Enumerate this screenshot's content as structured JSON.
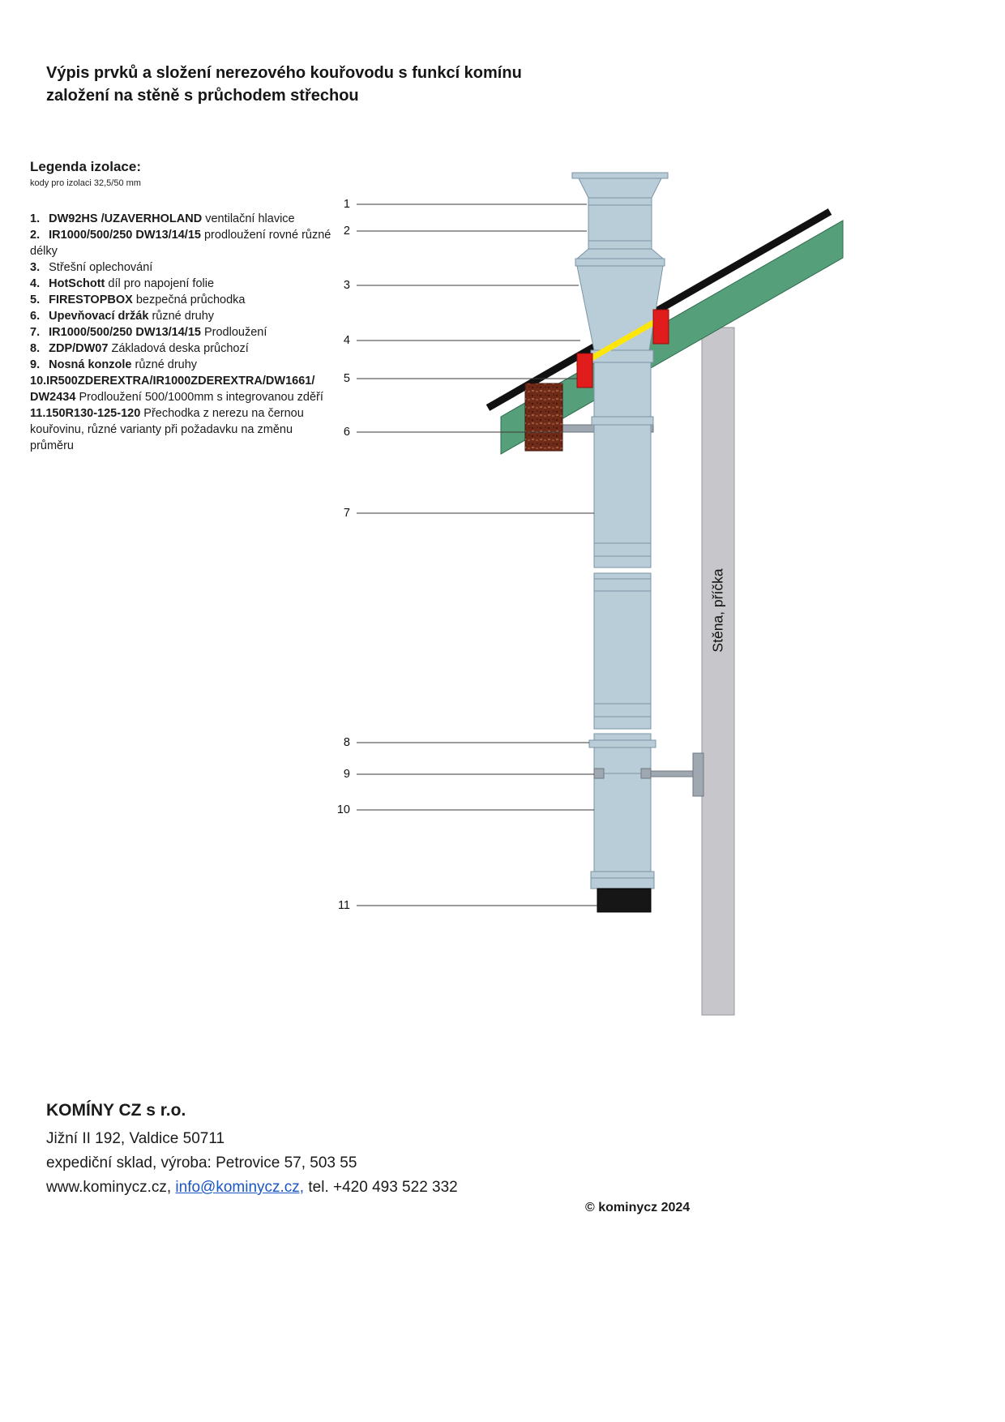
{
  "header": {
    "title_line1": "Výpis prvků a složení nerezového kouřovodu s funkcí komínu",
    "title_line2": "založení na stěně s průchodem střechou"
  },
  "legend": {
    "heading": "Legenda izolace:",
    "subheading": "kody pro izolaci 32,5/50 mm",
    "items": [
      {
        "num": "1.",
        "code": "DW92HS /UZAVERHOLAND",
        "desc": "ventilační hlavice"
      },
      {
        "num": "2.",
        "code": "IR1000/500/250  DW13/14/15",
        "desc": "prodloužení rovné různé délky"
      },
      {
        "num": "3.",
        "code": "",
        "desc": "Střešní oplechování"
      },
      {
        "num": "4.",
        "code": "HotSchott",
        "desc": "díl pro napojení folie"
      },
      {
        "num": "5.",
        "code": "FIRESTOPBOX",
        "desc": "bezpečná průchodka"
      },
      {
        "num": "6.",
        "code": "Upevňovací držák",
        "desc": "různé druhy"
      },
      {
        "num": "7.",
        "code": "IR1000/500/250  DW13/14/15",
        "desc": "Prodloužení"
      },
      {
        "num": "8.",
        "code": "ZDP/DW07",
        "desc": "Základová deska průchozí"
      },
      {
        "num": "9.",
        "code": "Nosná konzole",
        "desc": "různé druhy"
      },
      {
        "num": "10.",
        "code": "IR500ZDEREXTRA/IR1000ZDEREXTRA/DW1661/",
        "code2": "DW2434",
        "desc": "Prodloužení 500/1000mm s integrovanou zděří"
      },
      {
        "num": "11.",
        "code": "150R130-125-120",
        "desc": "Přechodka z nerezu na černou kouřovinu, různé varianty při požadavku na změnu průměru"
      }
    ]
  },
  "diagram": {
    "callouts": [
      "1",
      "2",
      "3",
      "4",
      "5",
      "6",
      "7",
      "8",
      "9",
      "10",
      "11"
    ],
    "wall_label": "Stěna, příčka",
    "colors": {
      "pipe": "#b9cdd9",
      "roof_green": "#55a07b",
      "roof_edge_black": "#111111",
      "seal_red": "#e11c1c",
      "seal_yellow": "#ffe60a",
      "firestop_brown": "#702a18",
      "wall_gray": "#c7c7cb",
      "bracket_gray": "#9fa8b0",
      "adapter_black": "#161616"
    }
  },
  "footer": {
    "company": "KOMÍNY CZ s r.o.",
    "address": "Jižní II 192, Valdice 50711",
    "warehouse": "expediční sklad, výroba: Petrovice 57, 503 55",
    "web": "www.kominycz.cz,",
    "email": "info@kominycz.cz,",
    "phone": "tel. +420 493 522 332",
    "copyright": "© kominycz 2024"
  }
}
